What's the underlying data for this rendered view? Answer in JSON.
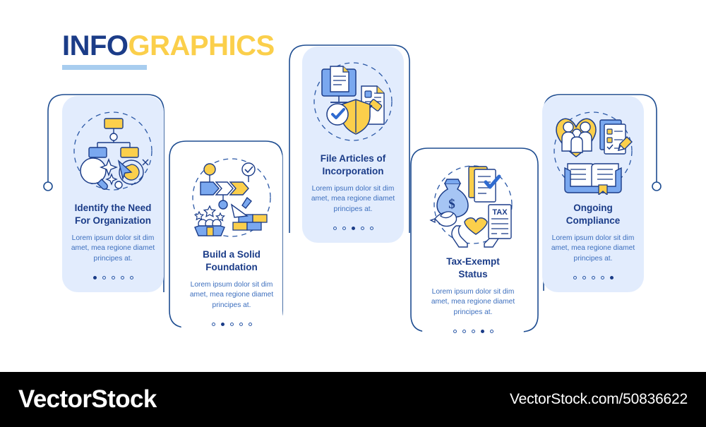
{
  "header": {
    "title_part1": "INFO",
    "title_part2": "GRAPHICS"
  },
  "colors": {
    "navy": "#1b3c88",
    "blue": "#3d6fbe",
    "light_blue_fill": "#e2ecfd",
    "icon_blue": "#7aa8ef",
    "yellow": "#fbcf4b",
    "underline": "#a8cdef",
    "footer_bg": "#000000"
  },
  "cards": [
    {
      "id": "identify-need",
      "title": "Identify the Need\nFor Organization",
      "title_line1": "Identify the Need",
      "title_line2": "For Organization",
      "description": "Lorem ipsum dolor sit dim amet, mea regione diamet principes at.",
      "style": "filled",
      "active_dot": 1,
      "dot_count": 5,
      "icons": [
        "org-chart-icon",
        "magnifier-sparkle-icon",
        "target-arrow-icon"
      ]
    },
    {
      "id": "build-foundation",
      "title": "Build a Solid\nFoundation",
      "title_line1": "Build a Solid",
      "title_line2": "Foundation",
      "description": "Lorem ipsum dolor sit dim amet, mea regione diamet principes at.",
      "style": "outline",
      "active_dot": 2,
      "dot_count": 5,
      "icons": [
        "process-arrows-icon",
        "stars-hands-icon",
        "brick-trowel-icon"
      ]
    },
    {
      "id": "file-articles",
      "title": "File Articles of\nIncorporation",
      "title_line1": "File Articles of",
      "title_line2": "Incorporation",
      "description": "Lorem ipsum dolor sit dim amet, mea regione diamet principes at.",
      "style": "filled",
      "active_dot": 3,
      "dot_count": 5,
      "icons": [
        "monitor-document-icon",
        "gavel-document-icon",
        "shield-check-icon"
      ]
    },
    {
      "id": "tax-exempt",
      "title": "Tax-Exempt\nStatus",
      "title_line1": "Tax-Exempt",
      "title_line2": "Status",
      "description": "Lorem ipsum dolor sit dim amet, mea regione diamet principes at.",
      "style": "outline",
      "active_dot": 4,
      "dot_count": 5,
      "icons": [
        "money-bag-icon",
        "checklist-icon",
        "dove-icon",
        "hands-heart-icon",
        "tax-document-icon"
      ]
    },
    {
      "id": "ongoing-compliance",
      "title": "Ongoing\nCompliance",
      "title_line1": "Ongoing",
      "title_line2": "Compliance",
      "description": "Lorem ipsum dolor sit dim amet, mea regione diamet principes at.",
      "style": "filled",
      "active_dot": 5,
      "dot_count": 5,
      "icons": [
        "heart-family-icon",
        "checklist-pencil-icon",
        "open-book-icon"
      ]
    }
  ],
  "footer": {
    "logo": "VectorStock",
    "url": "VectorStock.com/50836622"
  }
}
